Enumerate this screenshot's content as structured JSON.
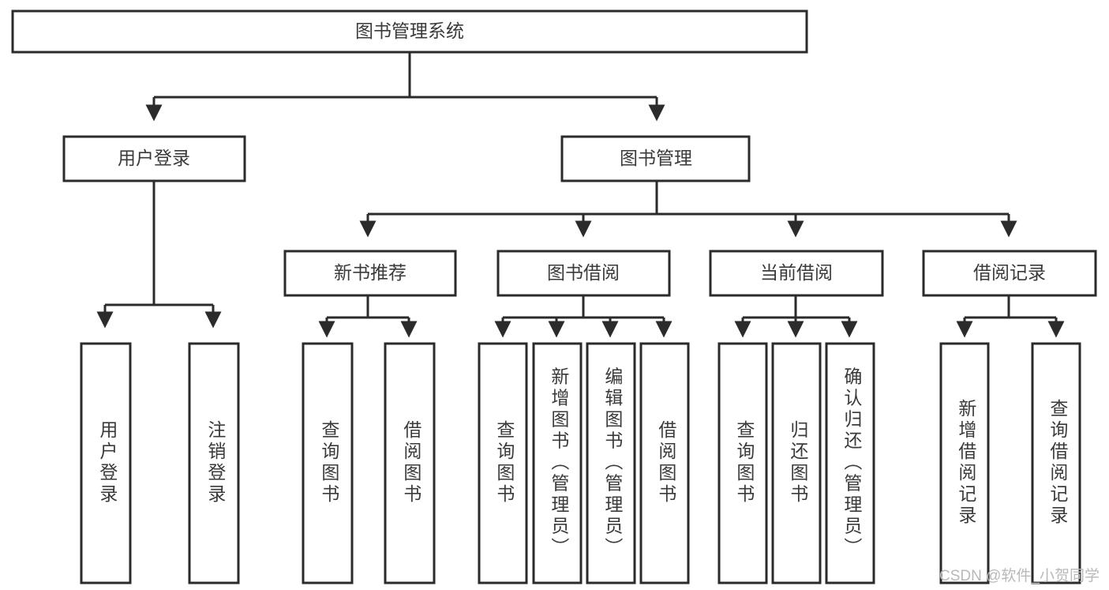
{
  "diagram": {
    "type": "tree-flowchart",
    "title": "图书管理系统",
    "background_color": "#ffffff",
    "line_color": "#2b2b2b",
    "text_color": "#3a3a3a",
    "root": {
      "id": "root",
      "label": "图书管理系统"
    },
    "level2": [
      {
        "id": "user-login",
        "label": "用户登录"
      },
      {
        "id": "book-manage",
        "label": "图书管理"
      }
    ],
    "level3": [
      {
        "id": "new-book-recommend",
        "label": "新书推荐"
      },
      {
        "id": "book-borrow",
        "label": "图书借阅"
      },
      {
        "id": "current-borrow",
        "label": "当前借阅"
      },
      {
        "id": "borrow-record",
        "label": "借阅记录"
      }
    ],
    "leaves": {
      "user_login": [
        {
          "id": "leaf-user-login",
          "label": "用户登录"
        },
        {
          "id": "leaf-logout-login",
          "label": "注销登录"
        }
      ],
      "new_book_recommend": [
        {
          "id": "leaf-query-book-1",
          "label": "查询图书"
        },
        {
          "id": "leaf-borrow-book-1",
          "label": "借阅图书"
        }
      ],
      "book_borrow": [
        {
          "id": "leaf-query-book-2",
          "label": "查询图书"
        },
        {
          "id": "leaf-add-book",
          "label": "新增图书（管理员）"
        },
        {
          "id": "leaf-edit-book",
          "label": "编辑图书（管理员）"
        },
        {
          "id": "leaf-borrow-book-2",
          "label": "借阅图书"
        }
      ],
      "current_borrow": [
        {
          "id": "leaf-query-book-3",
          "label": "查询图书"
        },
        {
          "id": "leaf-return-book",
          "label": "归还图书"
        },
        {
          "id": "leaf-confirm-return",
          "label": "确认归还（管理员）"
        }
      ],
      "borrow_record": [
        {
          "id": "leaf-add-record",
          "label": "新增借阅记录"
        },
        {
          "id": "leaf-query-record",
          "label": "查询借阅记录"
        }
      ]
    }
  },
  "watermark": {
    "text": "CSDN @软件_小贺同学"
  }
}
